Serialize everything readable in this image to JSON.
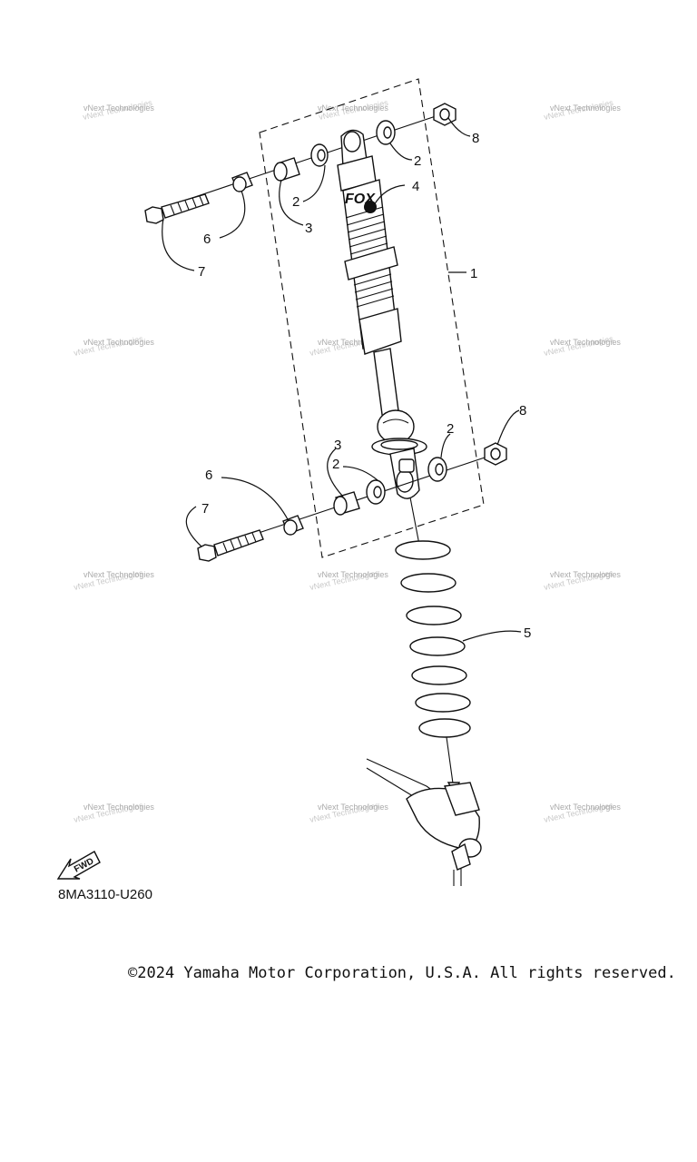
{
  "diagram": {
    "code": "8MA3110-U260",
    "copyright": "©2024 Yamaha Motor Corporation, U.S.A. All rights reserved.",
    "fwd_label": "FWD",
    "brand_mark": "FOX",
    "watermark": "vNext Technologies",
    "callouts": {
      "c1": "1",
      "c2a": "2",
      "c2b": "2",
      "c2c": "2",
      "c2d": "2",
      "c3a": "3",
      "c3b": "3",
      "c4": "4",
      "c5": "5",
      "c6a": "6",
      "c6b": "6",
      "c7a": "7",
      "c7b": "7",
      "c8a": "8",
      "c8b": "8"
    }
  }
}
